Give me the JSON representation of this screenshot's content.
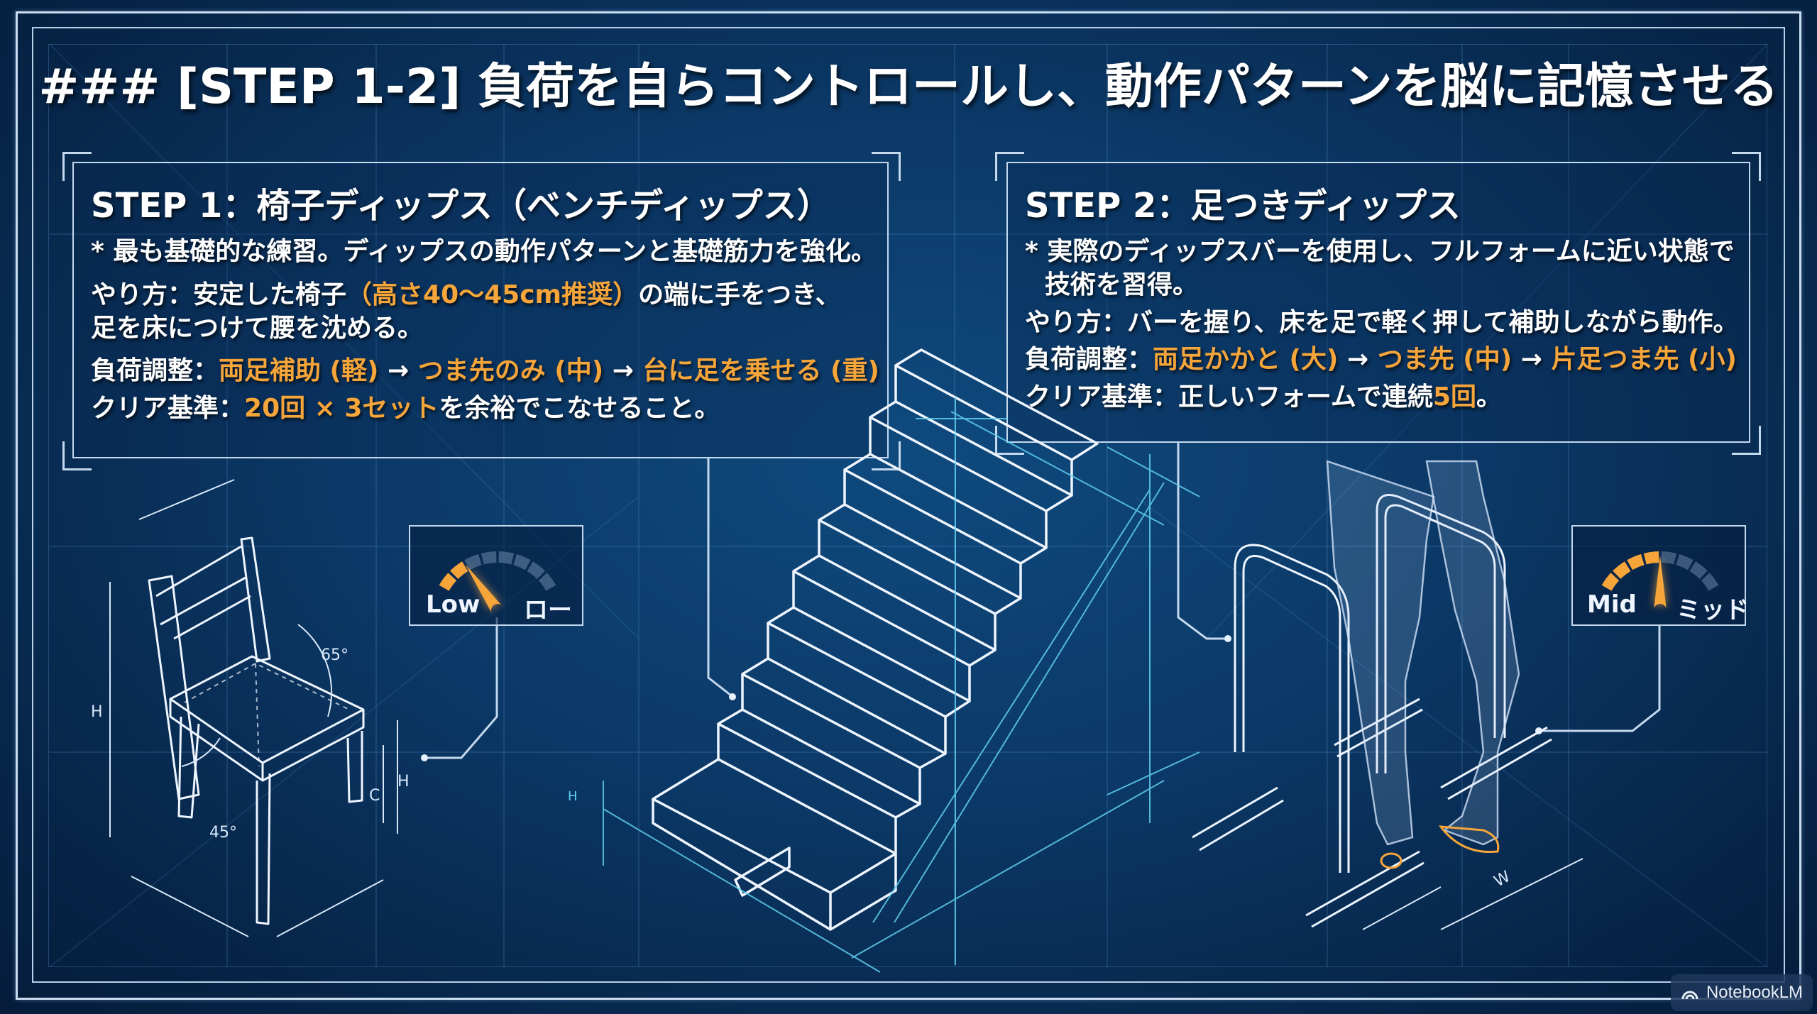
{
  "title": "### [STEP 1-2] 負荷を自らコントロールし、動作パターンを脳に記憶させる",
  "colors": {
    "accent": "#f6a53a",
    "line": "#c4d8ee",
    "cyan": "#5fd0f0",
    "background": "#0b3866"
  },
  "step1": {
    "heading": "STEP 1：椅子ディップス（ベンチディップス）",
    "note": "* 最も基礎的な練習。ディップスの動作パターンと基礎筋力を強化。",
    "method_prefix": "やり方：安定した椅子",
    "method_highlight": "（高さ40〜45cm推奨）",
    "method_suffix": "の端に手をつき、",
    "method_line2": "足を床につけて腰を沈める。",
    "load_label": "負荷調整：",
    "load_levels": [
      "両足補助 (軽)",
      "つま先のみ (中)",
      "台に足を乗せる (重)"
    ],
    "arrow": "→",
    "clear_label": "クリア基準：",
    "clear_highlight": "20回 × 3セット",
    "clear_suffix": "を余裕でこなせること。",
    "gauge": {
      "label_en": "Low",
      "label_ja": "ロー",
      "level": 0.25
    },
    "diagram": {
      "angle_back": "65°",
      "angle_leg": "45°",
      "dim_height": "H",
      "dim_seat": "H",
      "dim_c": "C"
    }
  },
  "step2": {
    "heading": "STEP 2：足つきディップス",
    "note_line1": "* 実際のディップスバーを使用し、フルフォームに近い状態で",
    "note_line2": "技術を習得。",
    "method": "やり方：バーを握り、床を足で軽く押して補助しながら動作。",
    "load_label": "負荷調整：",
    "load_levels": [
      "両足かかと (大)",
      "つま先 (中)",
      "片足つま先 (小)"
    ],
    "arrow": "→",
    "clear_label": "クリア基準：",
    "clear_prefix": "正しいフォームで連続",
    "clear_highlight": "5回",
    "clear_suffix": "。",
    "gauge": {
      "label_en": "Mid",
      "label_ja": "ミッド",
      "level": 0.5
    },
    "diagram": {
      "dim_w": "W",
      "dim_stair_h": "H"
    }
  },
  "watermark": {
    "label": "NotebookLM"
  }
}
